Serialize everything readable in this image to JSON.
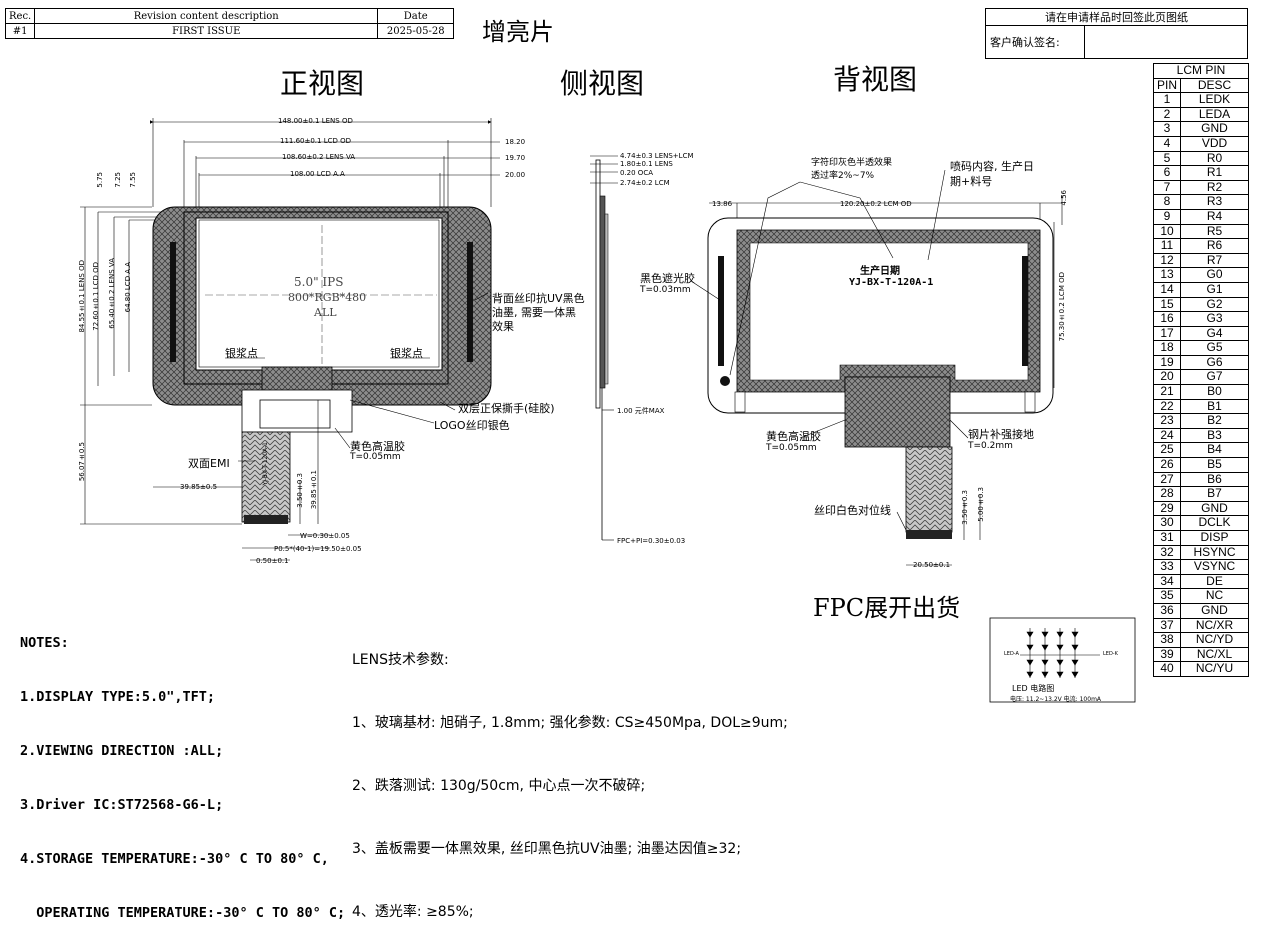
{
  "revision": {
    "headers": [
      "Rec.",
      "Revision content description",
      "Date"
    ],
    "rows": [
      [
        "#1",
        "FIRST ISSUE",
        "2025-05-28"
      ]
    ]
  },
  "product_tag": "增亮片",
  "signature": {
    "title": "请在申请样品时回签此页图纸",
    "label": "客户确认签名:"
  },
  "views": {
    "front": "正视图",
    "side": "侧视图",
    "back": "背视图",
    "fpc": "FPC展开出货"
  },
  "front": {
    "dims_top": [
      "148.00±0.1 LENS OD",
      "111.60±0.1 LCD OD",
      "108.60±0.2 LENS VA",
      "108.00 LCD A.A"
    ],
    "dims_right": [
      "18.20",
      "19.70",
      "20.00"
    ],
    "dims_left_small": [
      "5.75",
      "7.25",
      "7.55"
    ],
    "dims_left": [
      "84.55±0.1 LENS OD",
      "72.60±0.1 LCD OD",
      "65.40±0.2 LENS VA",
      "64.80 LCD A.A"
    ],
    "center_text": [
      "5.0\" IPS",
      "800*RGB*480",
      "ALL"
    ],
    "silver_left": "银浆点",
    "silver_right": "银浆点",
    "note_uv": [
      "背面丝印抗UV黑色",
      "油墨, 需要一体黑",
      "效果"
    ],
    "note_film": "双层正保撕手(硅胶)",
    "note_logo": "LOGO丝印银色",
    "note_tape": "黄色高温胶",
    "note_tape_t": "T=0.05mm",
    "note_emi": "双面EMI",
    "dim_5607": "56.07±0.5",
    "dim_3985a": "39.85±0.5",
    "dim_3985b": "39.85±0.1",
    "dim_350": "3.50±0.3",
    "dim_w": "W=0.30±0.05",
    "dim_p": "P0.5*(40-1)=19.50±0.05",
    "dim_050": "0.50±0.1",
    "fpc_text": "YJ-BX-T-120A-1"
  },
  "side": {
    "dims": [
      "4.74±0.3 LENS+LCM",
      "1.80±0.1 LENS",
      "0.20 OCA",
      "2.74±0.2 LCM"
    ],
    "dim_comp": "1.00 元件MAX",
    "dim_fpc": "FPC+PI=0.30±0.03"
  },
  "back": {
    "note_print": "字符印灰色半透效果",
    "note_trans": "透过率2%~7%",
    "note_spray": "喷码内容, 生产日",
    "note_spray2": "期+料号",
    "dim_1386": "13.86",
    "dim_lcm": "120.20±0.2 LCM OD",
    "dim_456": "4.56",
    "dim_7530": "75.30±0.2 LCM OD",
    "prod_date": "生产日期",
    "part_no": "YJ-BX-T-120A-1",
    "black_tape": "黑色遮光胶",
    "black_tape_t": "T=0.03mm",
    "tape": "黄色高温胶",
    "tape_t": "T=0.05mm",
    "steel": "钢片补强接地",
    "steel_t": "T=0.2mm",
    "silk": "丝印白色对位线",
    "dim_350": "3.50±0.3",
    "dim_500": "5.00±0.3",
    "dim_2050": "20.50±0.1"
  },
  "lcm_pin": {
    "title": "LCM PIN",
    "col_pin": "PIN",
    "col_desc": "DESC",
    "rows": [
      [
        "1",
        "LEDK"
      ],
      [
        "2",
        "LEDA"
      ],
      [
        "3",
        "GND"
      ],
      [
        "4",
        "VDD"
      ],
      [
        "5",
        "R0"
      ],
      [
        "6",
        "R1"
      ],
      [
        "7",
        "R2"
      ],
      [
        "8",
        "R3"
      ],
      [
        "9",
        "R4"
      ],
      [
        "10",
        "R5"
      ],
      [
        "11",
        "R6"
      ],
      [
        "12",
        "R7"
      ],
      [
        "13",
        "G0"
      ],
      [
        "14",
        "G1"
      ],
      [
        "15",
        "G2"
      ],
      [
        "16",
        "G3"
      ],
      [
        "17",
        "G4"
      ],
      [
        "18",
        "G5"
      ],
      [
        "19",
        "G6"
      ],
      [
        "20",
        "G7"
      ],
      [
        "21",
        "B0"
      ],
      [
        "22",
        "B1"
      ],
      [
        "23",
        "B2"
      ],
      [
        "24",
        "B3"
      ],
      [
        "25",
        "B4"
      ],
      [
        "26",
        "B5"
      ],
      [
        "27",
        "B6"
      ],
      [
        "28",
        "B7"
      ],
      [
        "29",
        "GND"
      ],
      [
        "30",
        "DCLK"
      ],
      [
        "31",
        "DISP"
      ],
      [
        "32",
        "HSYNC"
      ],
      [
        "33",
        "VSYNC"
      ],
      [
        "34",
        "DE"
      ],
      [
        "35",
        "NC"
      ],
      [
        "36",
        "GND"
      ],
      [
        "37",
        "NC/XR"
      ],
      [
        "38",
        "NC/YD"
      ],
      [
        "39",
        "NC/XL"
      ],
      [
        "40",
        "NC/YU"
      ]
    ]
  },
  "notes": {
    "title": "NOTES:",
    "items": [
      "1.DISPLAY TYPE:5.0\",TFT;",
      "2.VIEWING DIRECTION :ALL;",
      "3.Driver IC:ST72568-G6-L;",
      "4.STORAGE TEMPERATURE:-30° C TO 80° C,",
      "  OPERATING TEMPERATURE:-30° C TO 80° C;"
    ]
  },
  "lens_params": {
    "title": "LENS技术参数:",
    "items": [
      "1、玻璃基材: 旭硝子, 1.8mm; 强化参数: CS≥450Mpa, DOL≥9um;",
      "2、跌落测试: 130g/50cm, 中心点一次不破碎;",
      "3、盖板需要一体黑效果, 丝印黑色抗UV油墨; 油墨达因值≥32;",
      "4、透光率: ≥85%;"
    ]
  },
  "led": {
    "left": "LED-A",
    "right": "LED-K",
    "caption": "LED  电路图",
    "spec": "电压: 11.2~13.2V  电流: 100mA"
  }
}
